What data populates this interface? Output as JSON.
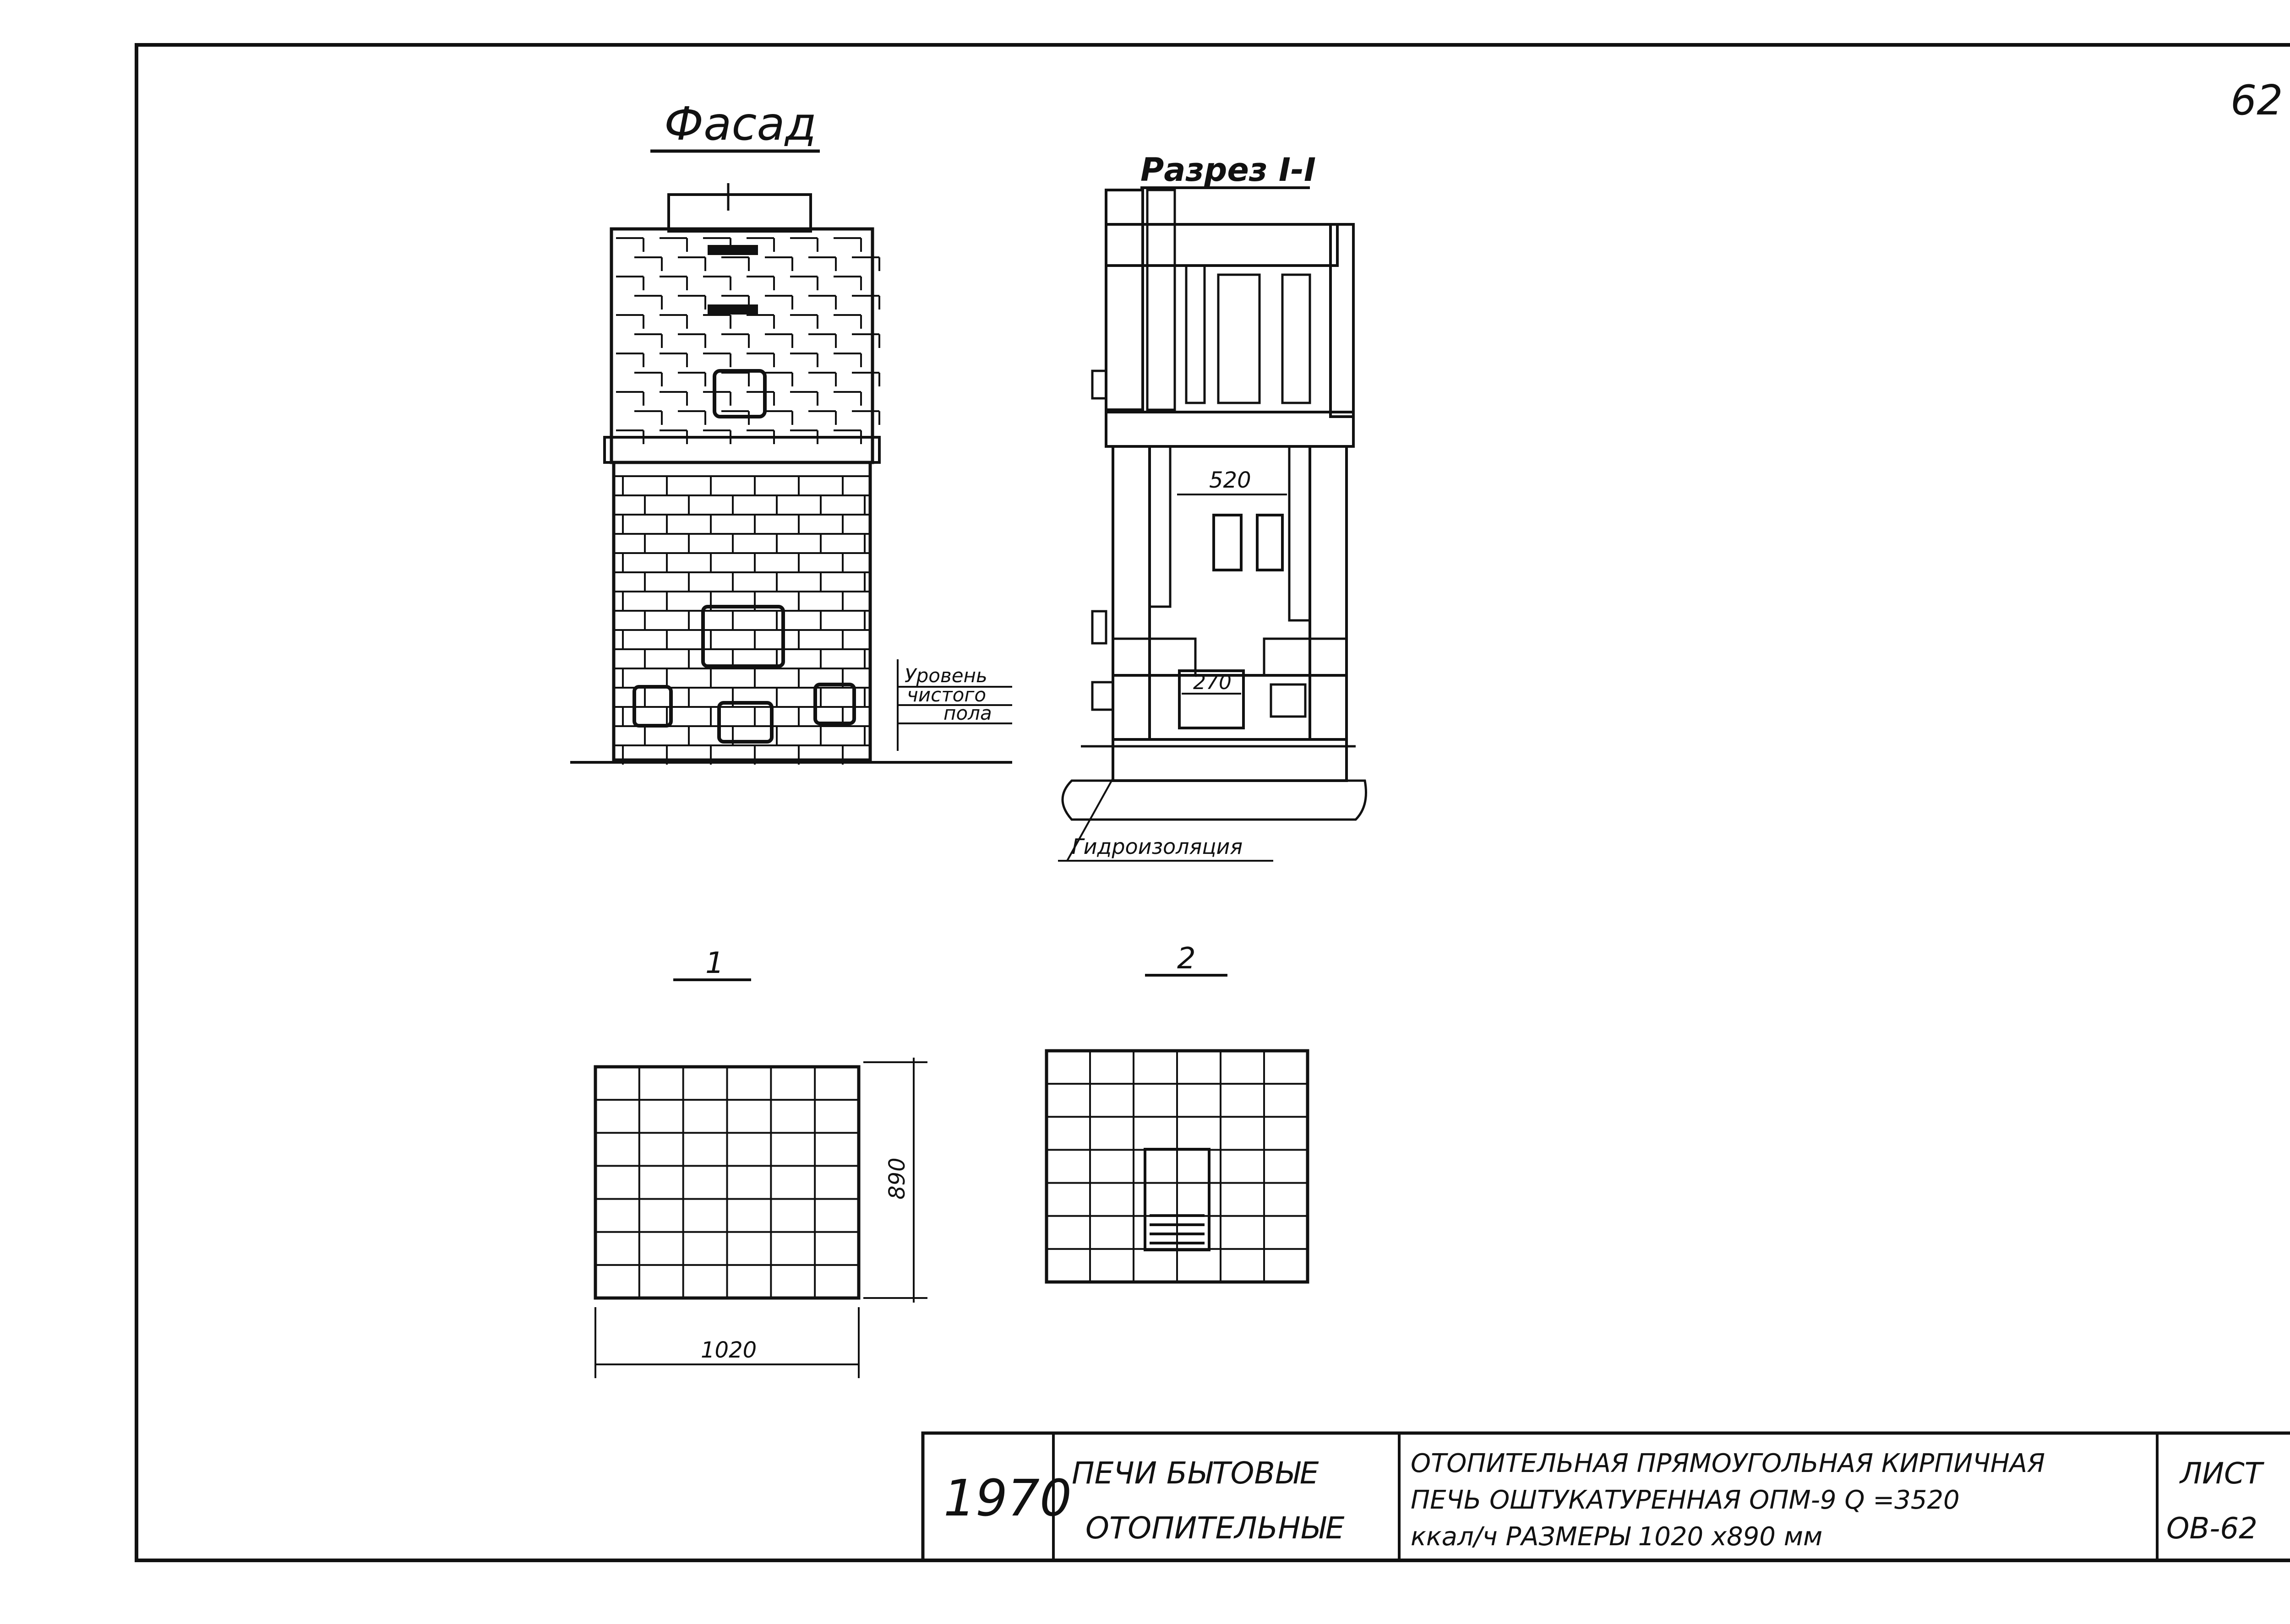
{
  "sheet": {
    "page_number": "62"
  },
  "drawings": {
    "facade": {
      "title": "Фасад",
      "floor_note": [
        "Уровень",
        "чистого",
        "пола"
      ]
    },
    "section": {
      "title": "Разрез I-I",
      "dim_inner_width": "520",
      "dim_firebox": "270",
      "waterproofing_label": "Гидроизоляция"
    },
    "plan_1": {
      "title": "1",
      "dim_width": "1020",
      "dim_depth": "890"
    },
    "plan_2": {
      "title": "2"
    }
  },
  "title_block": {
    "year": "1970",
    "series_line1": "ПЕЧИ БЫТОВЫЕ",
    "series_line2": "ОТОПИТЕЛЬНЫЕ",
    "desc_line1": "ОТОПИТЕЛЬНАЯ ПРЯМОУГОЛЬНАЯ КИРПИЧНАЯ",
    "desc_line2": "ПЕЧЬ ОШТУКАТУРЕННАЯ ОПМ-9 Q =3520",
    "desc_line3": "ккал/ч РАЗМЕРЫ 1020 х890 мм",
    "sheet_label": "ЛИСТ",
    "sheet_code": "ОВ-62"
  }
}
